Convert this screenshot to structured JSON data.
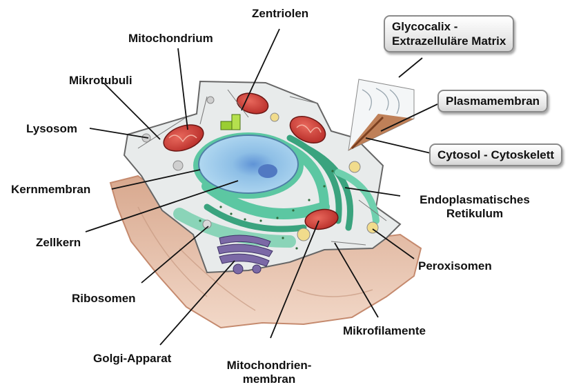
{
  "labels": {
    "zentriolen": "Zentriolen",
    "mitochondrium": "Mitochondrium",
    "mikrotubuli": "Mikrotubuli",
    "lysosom": "Lysosom",
    "kernmembran": "Kernmembran",
    "zellkern": "Zellkern",
    "ribosomen": "Ribosomen",
    "golgi": "Golgi-Apparat",
    "mitochondrienmembran_1": "Mitochondrien-",
    "mitochondrienmembran_2": "membran",
    "mikrofilamente": "Mikrofilamente",
    "peroxisomen": "Peroxisomen",
    "er_1": "Endoplasmatisches",
    "er_2": "Retikulum"
  },
  "boxes": {
    "glycocalix_1": "Glycocalix -",
    "glycocalix_2": "Extrazelluläre Matrix",
    "plasmamembran": "Plasmamembran",
    "cytosol": "Cytosol - Cytoskelett"
  },
  "colors": {
    "nucleus": "#9ec9e8",
    "er": "#5cc7a2",
    "mitochondrion": "#d2413a",
    "golgi": "#7b69a6",
    "cytoplasm": "#e9ecec",
    "extracellular": "#e2b7a0"
  }
}
